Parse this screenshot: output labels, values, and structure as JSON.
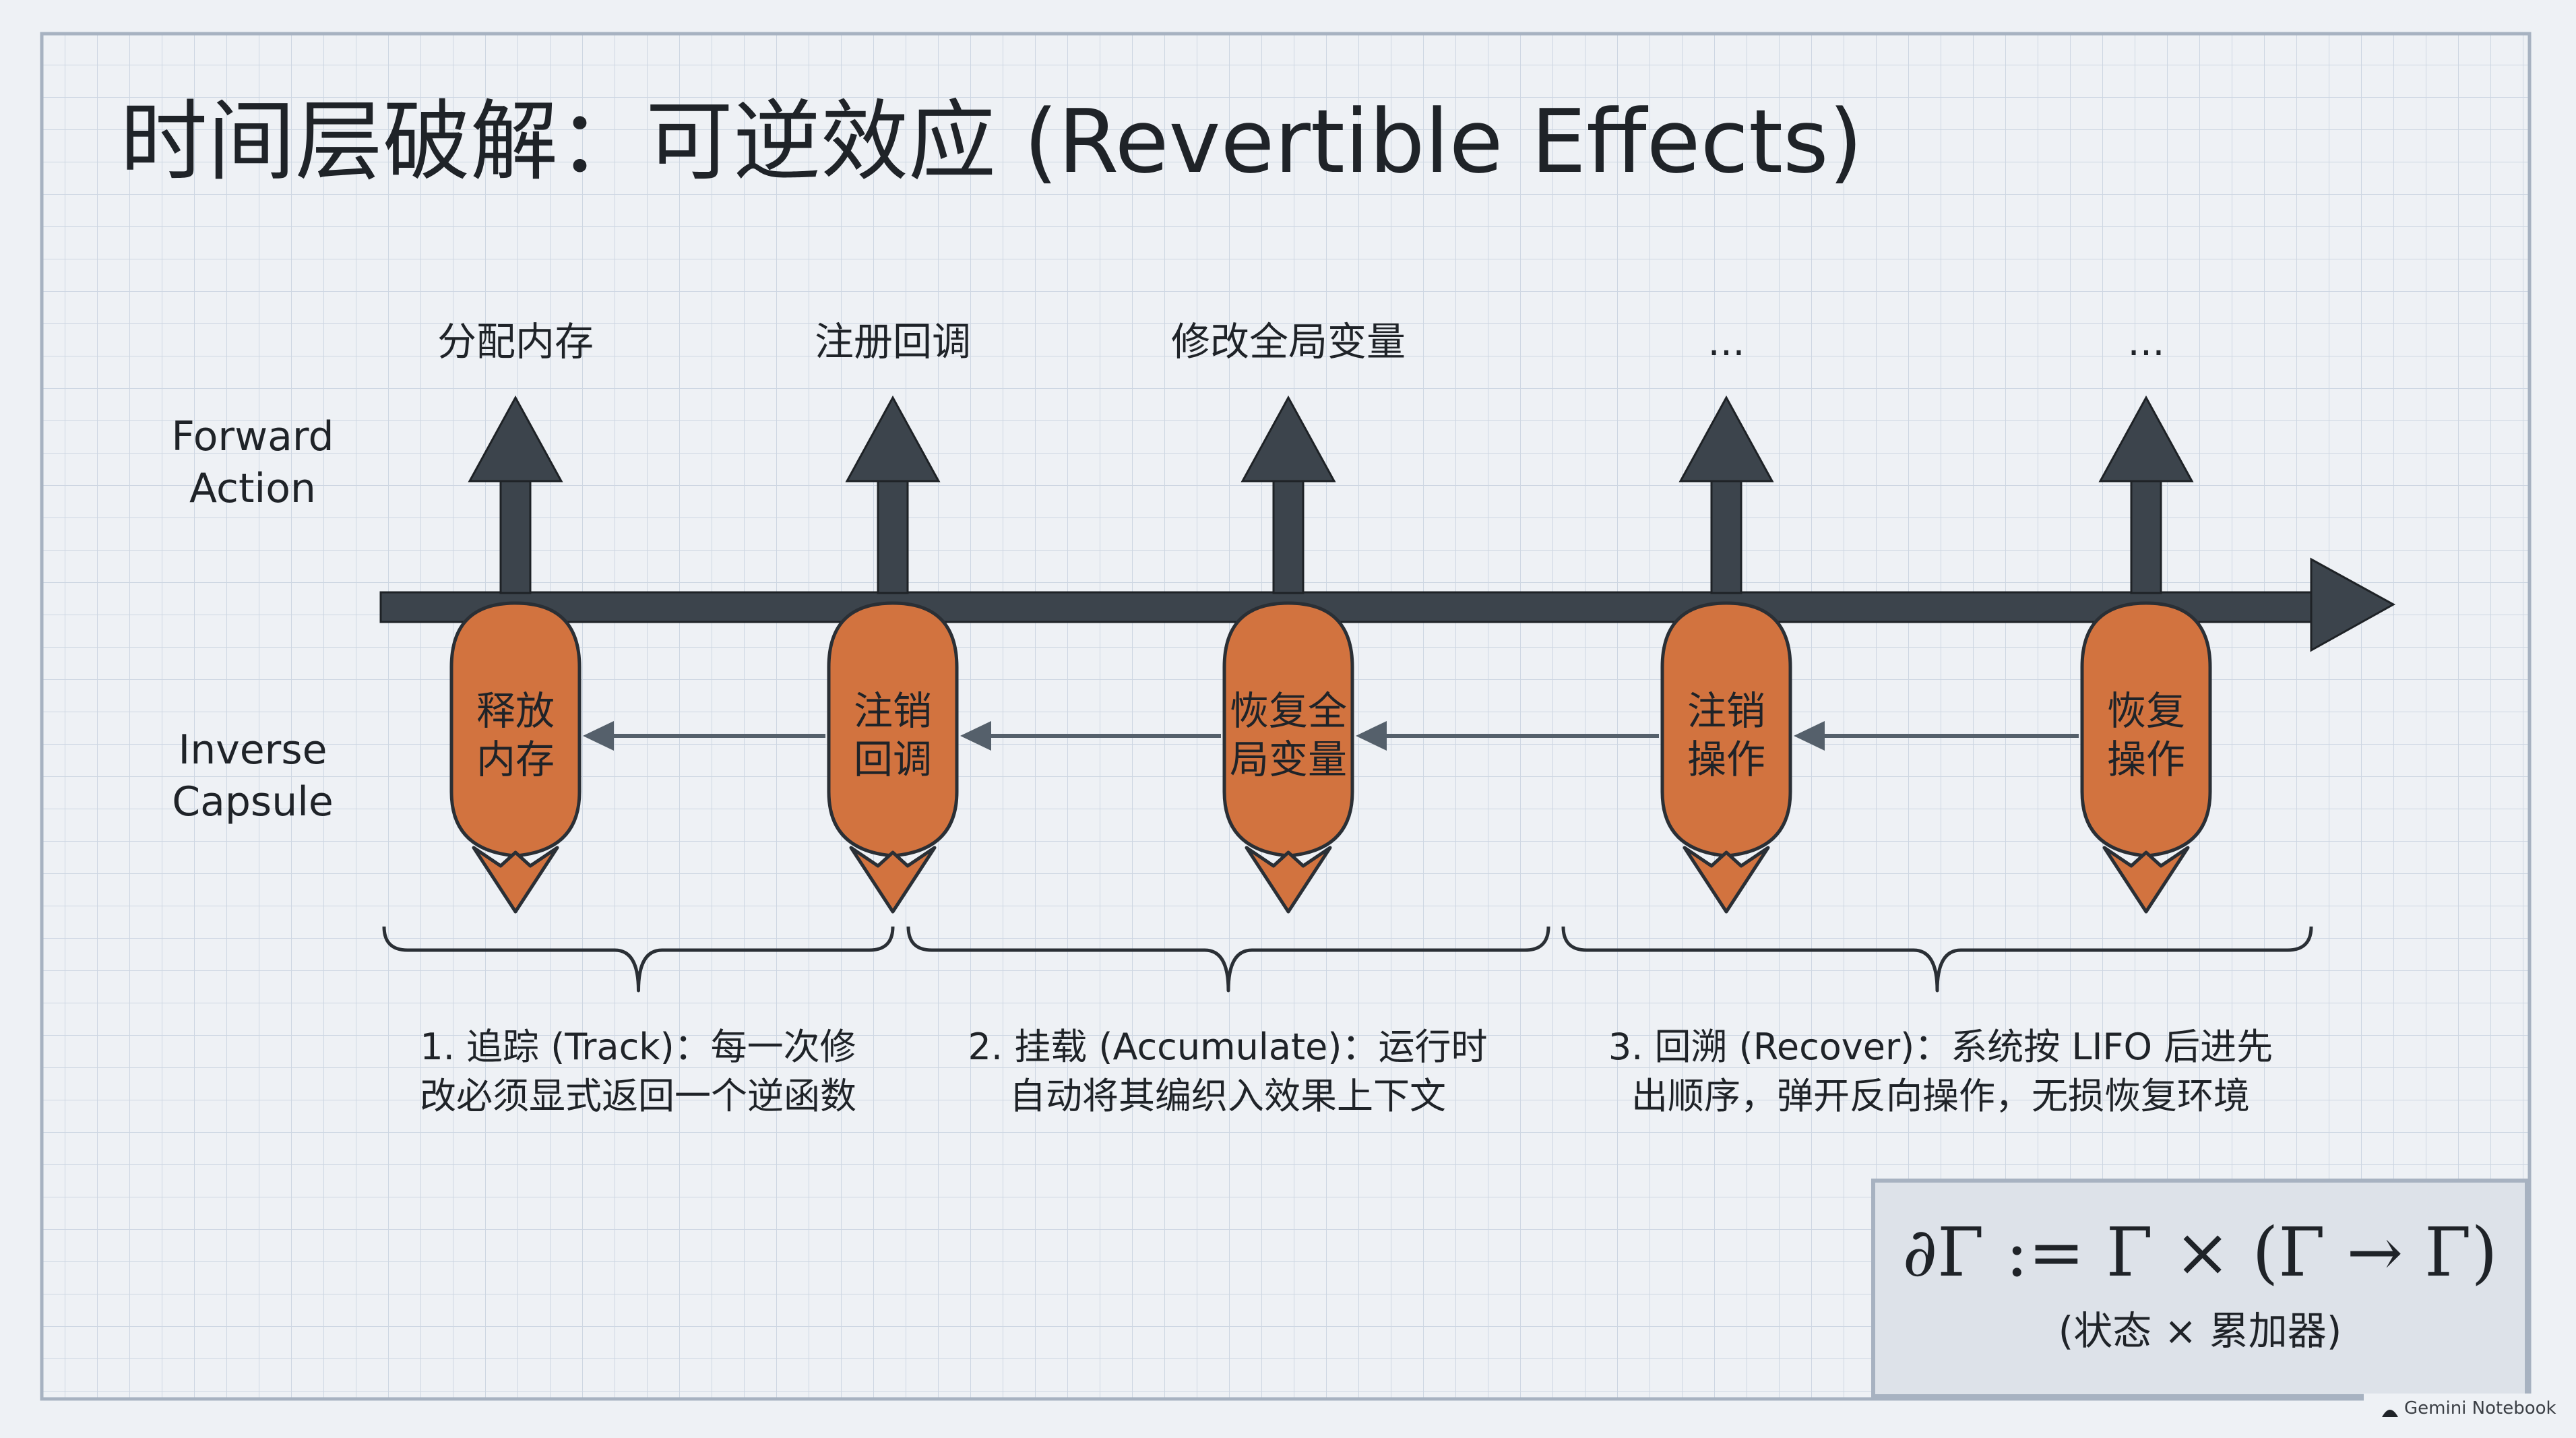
{
  "title": "时间层破解：可逆效应 (Revertible Effects)",
  "row_labels": {
    "forward": [
      "Forward",
      "Action"
    ],
    "inverse": [
      "Inverse",
      "Capsule"
    ]
  },
  "stages": [
    {
      "forward_label": "分配内存",
      "inverse_label": [
        "释放",
        "内存"
      ]
    },
    {
      "forward_label": "注册回调",
      "inverse_label": [
        "注销",
        "回调"
      ]
    },
    {
      "forward_label": "修改全局变量",
      "inverse_label": [
        "恢复全",
        "局变量"
      ]
    },
    {
      "forward_label": "...",
      "inverse_label": [
        "注销",
        "操作"
      ]
    },
    {
      "forward_label": "...",
      "inverse_label": [
        "恢复",
        "操作"
      ]
    }
  ],
  "steps": [
    {
      "lines": [
        "1. 追踪 (Track)：每一次修",
        "改必须显式返回一个逆函数"
      ]
    },
    {
      "lines": [
        "2. 挂载 (Accumulate)：运行时",
        "自动将其编织入效果上下文"
      ]
    },
    {
      "lines": [
        "3. 回溯 (Recover)：系统按 LIFO 后进先",
        "出顺序，弹开反向操作，无损恢复环境"
      ]
    }
  ],
  "formula": {
    "expression": "∂Γ := Γ × (Γ → Γ)",
    "caption": "(状态 × 累加器)"
  },
  "watermark": "Gemini Notebook",
  "colors": {
    "background": "#eef1f5",
    "grid": "#c9d3e0",
    "timeline": "#3c444c",
    "capsule_fill": "#d2733f",
    "capsule_stroke": "#2a2f35",
    "text": "#1f2328"
  }
}
